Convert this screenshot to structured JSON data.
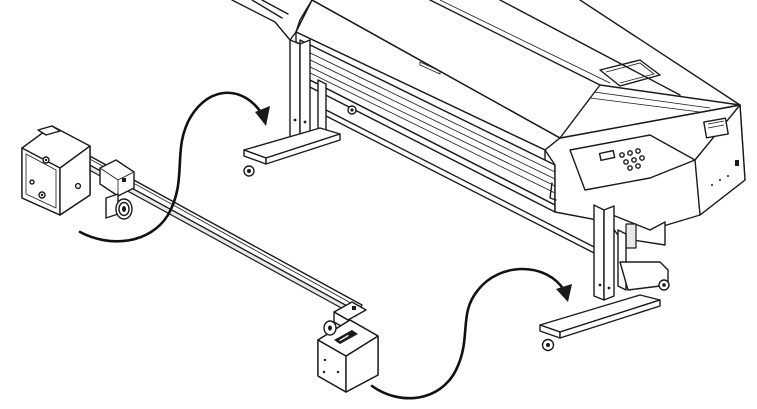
{
  "illustration": {
    "subject": "printer-with-takeup-reel-unit",
    "parts": [
      "printer-body",
      "printer-stand",
      "takeup-crossbar",
      "left-bracket",
      "right-drive-unit",
      "arrow-left",
      "arrow-right"
    ]
  }
}
